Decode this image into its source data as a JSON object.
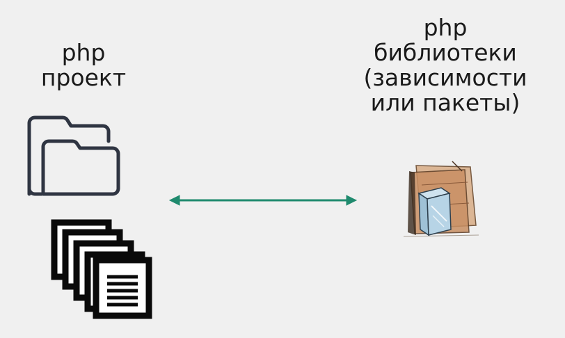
{
  "project": {
    "lines": [
      "php",
      "проект"
    ],
    "icons": [
      "folder-icon",
      "files-stack-icon"
    ]
  },
  "libraries": {
    "lines": [
      "php",
      "библиотеки",
      "(зависимости",
      "или пакеты)"
    ],
    "icons": [
      "package-sketch-icon"
    ]
  },
  "connector": {
    "type": "bidirectional-arrow",
    "color": "#1f8a6e"
  },
  "colors": {
    "background": "#f0f0f0",
    "folder_stroke": "#2f3542",
    "files_stroke": "#0a0a0a",
    "text": "#1a1a1a"
  }
}
